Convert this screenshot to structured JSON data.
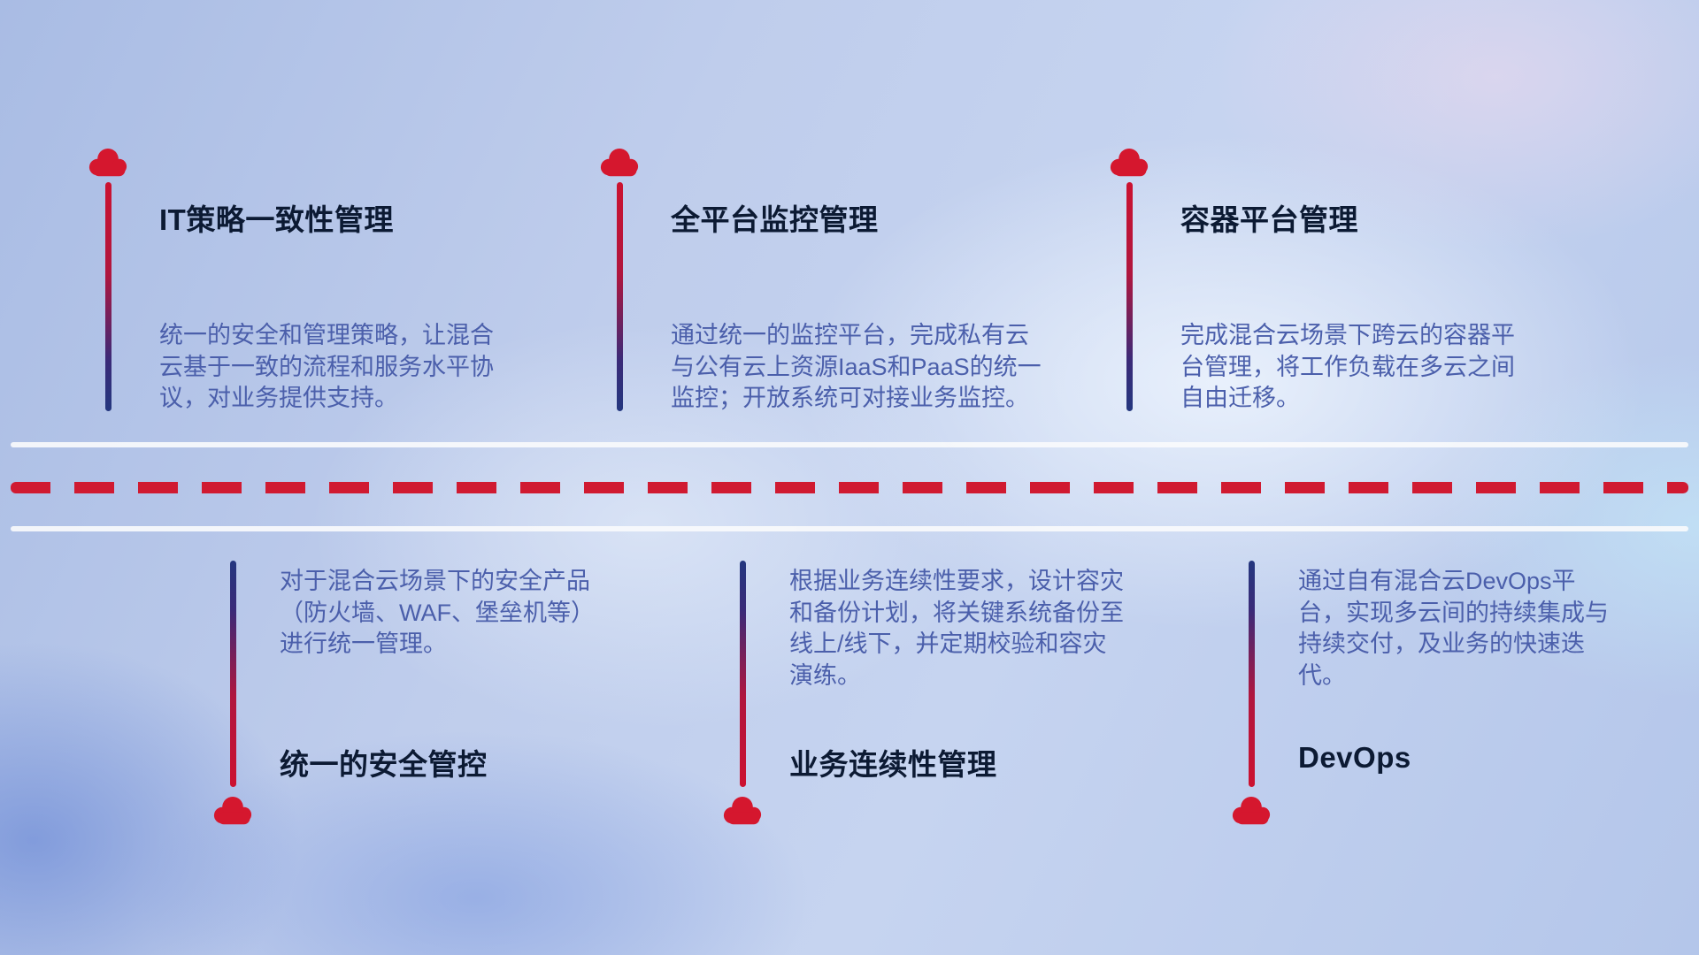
{
  "items": [
    {
      "title": "IT策略一致性管理",
      "desc": "统一的安全和管理策略，让混合云基于一致的流程和服务水平协议，对业务提供支持。"
    },
    {
      "title": "全平台监控管理",
      "desc": "通过统一的监控平台，完成私有云与公有云上资源IaaS和PaaS的统一监控；开放系统可对接业务监控。"
    },
    {
      "title": "容器平台管理",
      "desc": "完成混合云场景下跨云的容器平台管理，将工作负载在多云之间自由迁移。"
    },
    {
      "title": "统一的安全管控",
      "desc": "对于混合云场景下的安全产品（防火墙、WAF、堡垒机等）进行统一管理。"
    },
    {
      "title": "业务连续性管理",
      "desc": "根据业务连续性要求，设计容灾和备份计划，将关键系统备份至线上/线下，并定期校验和容灾演练。"
    },
    {
      "title": "DevOps",
      "desc": "通过自有混合云DevOps平台，实现多云间的持续集成与持续交付，及业务的快速迭代。"
    }
  ],
  "colors": {
    "cloud": "#d5172e",
    "connector_red": "#cc1230",
    "connector_blue": "#24377f",
    "title_text": "#0c1a33",
    "description_text": "#4b5fab",
    "dash": "#d01a31",
    "road_line": "#f8fafc"
  }
}
